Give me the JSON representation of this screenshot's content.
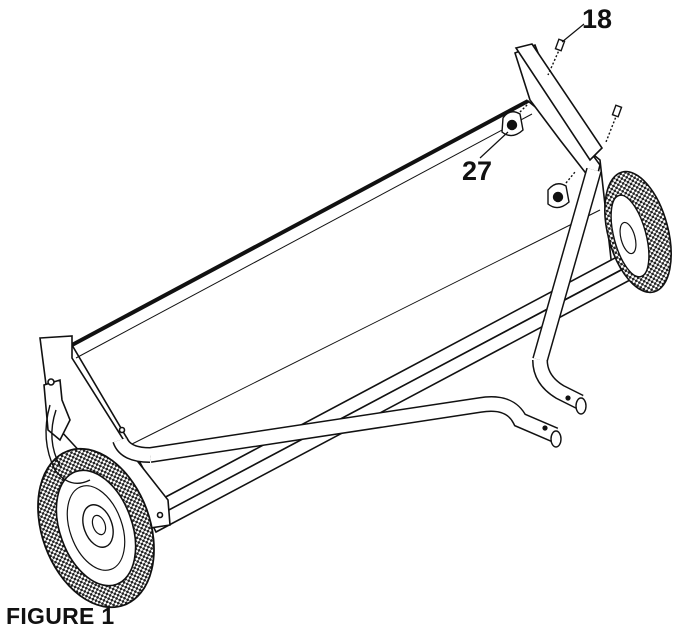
{
  "callouts": {
    "part_18": "18",
    "part_27": "27"
  },
  "caption": "FIGURE 1",
  "colors": {
    "ink": "#111111",
    "paper": "#ffffff",
    "tire_tread": "#333333"
  }
}
